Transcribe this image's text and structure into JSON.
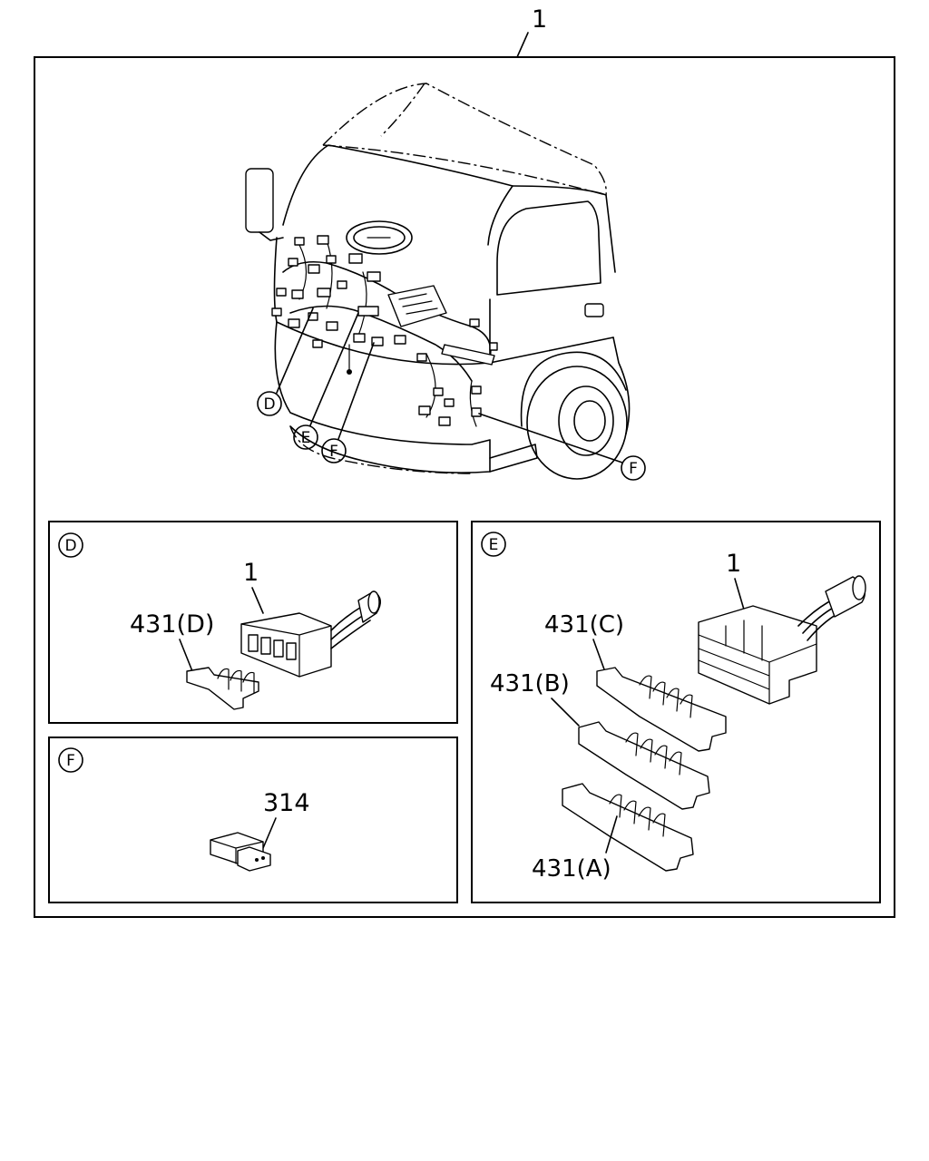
{
  "labels": {
    "main_part": "1",
    "inset_d_part": "1",
    "inset_d_connector": "431(D)",
    "inset_f_connector": "314",
    "inset_e_part": "1",
    "inset_e_c": "431(C)",
    "inset_e_b": "431(B)",
    "inset_e_a": "431(A)"
  },
  "callouts": {
    "d": "D",
    "e": "E",
    "f1": "F",
    "f2": "F"
  },
  "insets": {
    "d": "D",
    "e": "E",
    "f": "F"
  }
}
